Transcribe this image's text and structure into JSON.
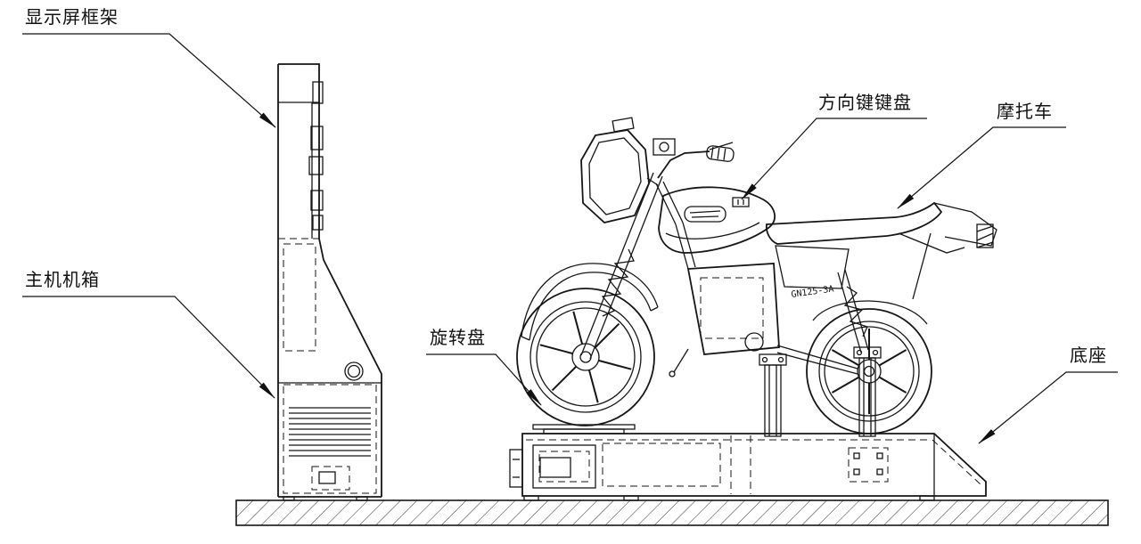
{
  "diagram": {
    "labels": {
      "display_frame": "显示屏框架",
      "main_chassis": "主机机箱",
      "direction_keypad": "方向键键盘",
      "motorcycle": "摩托车",
      "rotating_disc": "旋转盘",
      "base": "底座"
    },
    "markings": {
      "bike_model": "GN125-3A"
    },
    "colors": {
      "line": "#161616",
      "background": "#ffffff"
    }
  }
}
